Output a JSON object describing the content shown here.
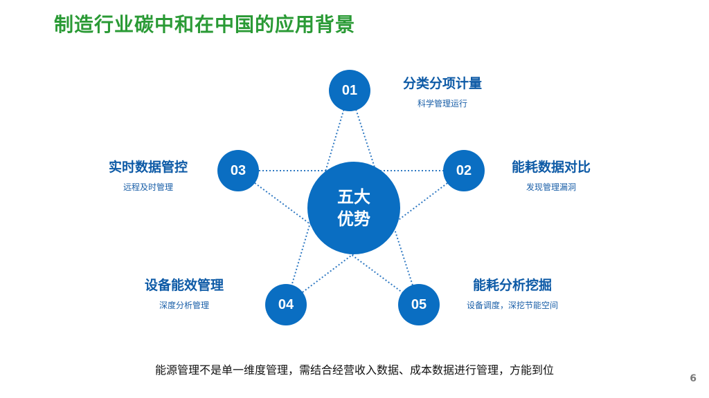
{
  "title": "制造行业碳中和在中国的应用背景",
  "center": {
    "line1": "五大",
    "line2": "优势"
  },
  "nodes": [
    {
      "num": "01",
      "heading": "分类分项计量",
      "sub": "科学管理运行"
    },
    {
      "num": "02",
      "heading": "能耗数据对比",
      "sub": "发现管理漏洞"
    },
    {
      "num": "03",
      "heading": "实时数据管控",
      "sub": "远程及时管理"
    },
    {
      "num": "04",
      "heading": "设备能效管理",
      "sub": "深度分析管理"
    },
    {
      "num": "05",
      "heading": "能耗分析挖掘",
      "sub": "设备调度，深挖节能空间"
    }
  ],
  "footer": "能源管理不是单一维度管理，需结合经营收入数据、成本数据进行管理，方能到位",
  "page_number": "6",
  "colors": {
    "title": "#2a9a35",
    "node": "#0a6ec2",
    "heading": "#0d5aa6",
    "line": "#2e78c2"
  }
}
